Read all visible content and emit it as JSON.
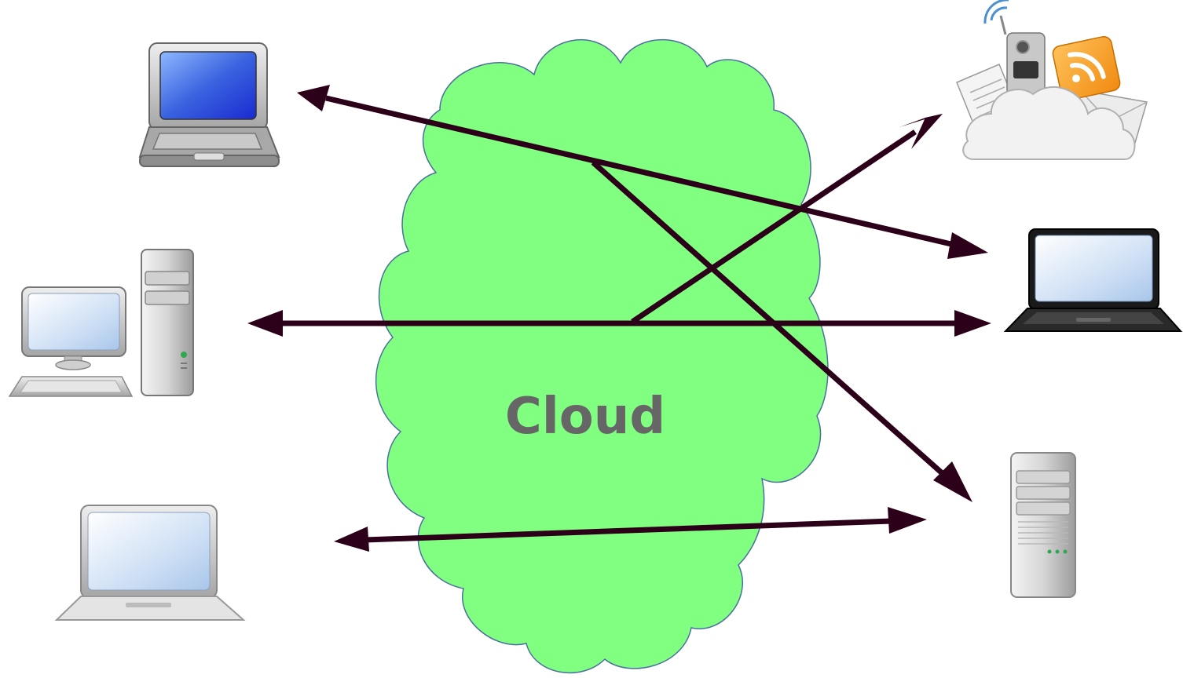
{
  "cloud": {
    "label": "Cloud",
    "fill_color": "#80ff80",
    "outline_color": "#4a6fa0",
    "label_color": "#666666"
  },
  "arrow_color": "#2b0018",
  "devices": {
    "left": [
      {
        "id": "laptop-gray",
        "icon": "laptop-icon"
      },
      {
        "id": "desktop-tower",
        "icon": "desktop-computer-icon"
      },
      {
        "id": "laptop-silver",
        "icon": "laptop-icon"
      }
    ],
    "right": [
      {
        "id": "cloud-services",
        "icon": "cloud-services-icon"
      },
      {
        "id": "laptop-black",
        "icon": "laptop-icon"
      },
      {
        "id": "server",
        "icon": "server-icon"
      }
    ]
  },
  "connections": [
    {
      "id": "link-1",
      "from": "laptop-gray",
      "to": "laptop-black",
      "style": "bidirectional"
    },
    {
      "id": "link-2",
      "from": "laptop-gray",
      "to": "server",
      "style": "branch-to-target"
    },
    {
      "id": "link-3",
      "from": "desktop-tower",
      "to": "laptop-black",
      "style": "bidirectional"
    },
    {
      "id": "link-4",
      "from": "desktop-tower",
      "to": "cloud-services",
      "style": "branch-to-target"
    },
    {
      "id": "link-5",
      "from": "laptop-silver",
      "to": "server",
      "style": "bidirectional"
    }
  ]
}
